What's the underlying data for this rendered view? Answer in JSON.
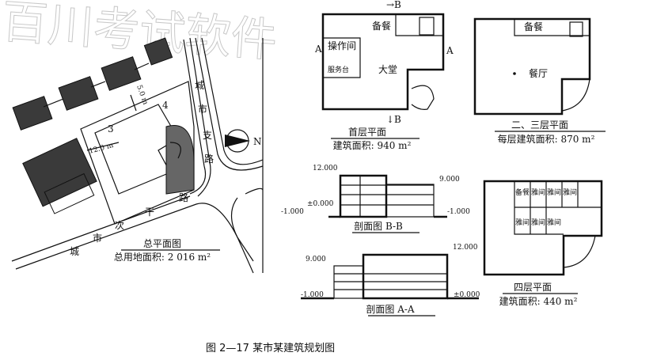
{
  "watermark": "百川考试软件",
  "site_plan": {
    "branch_road": [
      "城",
      "市",
      "支",
      "路"
    ],
    "main_road": [
      "城",
      "市",
      "次",
      "干",
      "路"
    ],
    "setback_north": "5.0 m",
    "setback_west": "12.0 m",
    "floors_tall": "4",
    "floors_low": "3",
    "north_label": "N",
    "title": "总平面图",
    "area": "总用地面积: 2 016 m²"
  },
  "first_floor": {
    "section_b_top": "→B",
    "section_b_bottom": "↓B",
    "section_a_left": "A",
    "section_a_right": "A",
    "rooms": {
      "prep": "备餐",
      "kitchen": "操作间",
      "service": "服务台",
      "lobby": "大堂"
    },
    "title": "首层平面",
    "area": "建筑面积: 940 m²"
  },
  "second_third_floor": {
    "rooms": {
      "prep": "备餐",
      "dining": "餐厅"
    },
    "title": "二、三层平面",
    "area": "每层建筑面积: 870 m²"
  },
  "section_bb": {
    "elev_top": "12.000",
    "elev_low_roof": "9.000",
    "elev_ground": "±0.000",
    "elev_left": "-1.000",
    "elev_right": "-1.000",
    "title": "剖面图 B-B"
  },
  "section_aa": {
    "elev_low_roof": "9.000",
    "elev_top": "12.000",
    "elev_left": "-1.000",
    "elev_ground": "±0.000",
    "title": "剖面图 A-A"
  },
  "fourth_floor": {
    "rooms_top": [
      "备餐",
      "雅间",
      "雅间",
      "雅间"
    ],
    "rooms_bottom": [
      "雅间",
      "雅间",
      "雅间"
    ],
    "title": "四层平面",
    "area": "建筑面积: 440 m²"
  },
  "caption": "图 2—17    某市某建筑规划图"
}
